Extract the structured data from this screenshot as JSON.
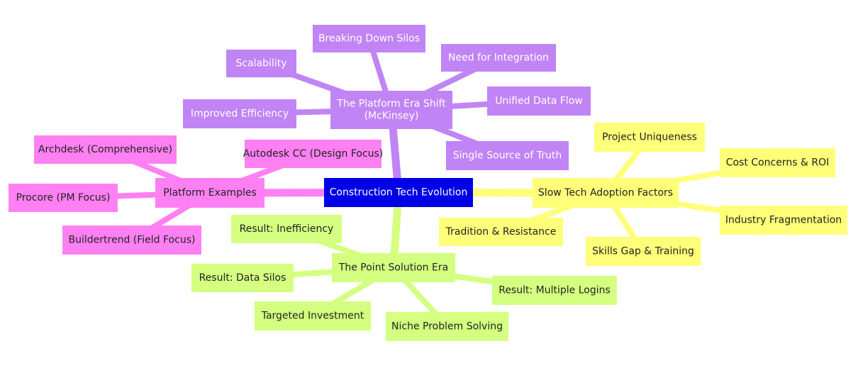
{
  "colors": {
    "root": "#0000e6",
    "root_text": "#ffffff",
    "platform_era": "#c084f5",
    "platform_era_text": "#ffffff",
    "slow_adoption": "#ffff7a",
    "slow_adoption_text": "#222222",
    "point_solution": "#d4ff80",
    "point_solution_text": "#222222",
    "platform_examples": "#ff80f2",
    "platform_examples_text": "#222222"
  },
  "mindmap": {
    "root": {
      "label": "Construction Tech Evolution"
    },
    "branches": [
      {
        "id": "platform-era",
        "color_key": "platform_era",
        "label_lines": [
          "The Platform Era Shift",
          "(McKinsey)"
        ],
        "children": [
          "Breaking Down Silos",
          "Need for Integration",
          "Scalability",
          "Unified Data Flow",
          "Improved Efficiency",
          "Single Source of Truth"
        ]
      },
      {
        "id": "slow-adoption",
        "color_key": "slow_adoption",
        "label_lines": [
          "Slow Tech Adoption Factors"
        ],
        "children": [
          "Project Uniqueness",
          "Cost Concerns & ROI",
          "Industry Fragmentation",
          "Tradition & Resistance",
          "Skills Gap & Training"
        ]
      },
      {
        "id": "platform-examples",
        "color_key": "platform_examples",
        "label_lines": [
          "Platform Examples"
        ],
        "children": [
          "Archdesk (Comprehensive)",
          "Autodesk CC (Design Focus)",
          "Procore (PM Focus)",
          "Buildertrend (Field Focus)"
        ]
      },
      {
        "id": "point-solution",
        "color_key": "point_solution",
        "label_lines": [
          "The Point Solution Era"
        ],
        "children": [
          "Result: Inefficiency",
          "Result: Data Silos",
          "Result: Multiple Logins",
          "Targeted Investment",
          "Niche Problem Solving"
        ]
      }
    ]
  }
}
